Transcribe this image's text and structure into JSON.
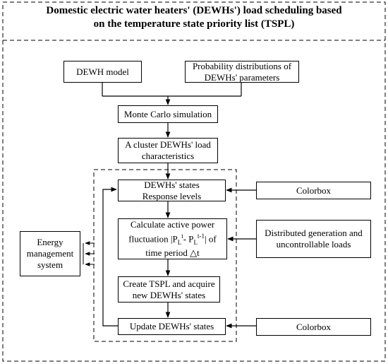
{
  "title": {
    "line1": "Domestic electric water heaters' (DEWHs') load scheduling based",
    "line2": "on the temperature state priority list (TSPL)"
  },
  "nodes": {
    "dewh_model": "DEWH model",
    "prob_dist": {
      "line1": "Probability distributions of",
      "line2": "DEWHs' parameters"
    },
    "monte_carlo": "Monte Carlo simulation",
    "cluster": {
      "line1": "A cluster DEWHs' load",
      "line2": "characteristics"
    },
    "states": {
      "line1": "DEWHs' states",
      "line2": "Response levels"
    },
    "calc": {
      "line1": "Calculate active power",
      "line2_pre": "fluctuation |P",
      "sub1": "L",
      "sup1": "t",
      "mid": "- P",
      "sub2": "L",
      "sup2": "t-1",
      "line2_post": "| of",
      "line3": "time period △t"
    },
    "tspl": {
      "line1": "Create TSPL and acquire",
      "line2": "new DEWHs' states"
    },
    "update": "Update DEWHs' states",
    "colorbox_top": "Colorbox",
    "distributed": {
      "line1": "Distributed generation and",
      "line2": "uncontrollable loads"
    },
    "colorbox_bottom": "Colorbox",
    "energy": {
      "line1": "Energy",
      "line2": "management",
      "line3": "system"
    }
  }
}
